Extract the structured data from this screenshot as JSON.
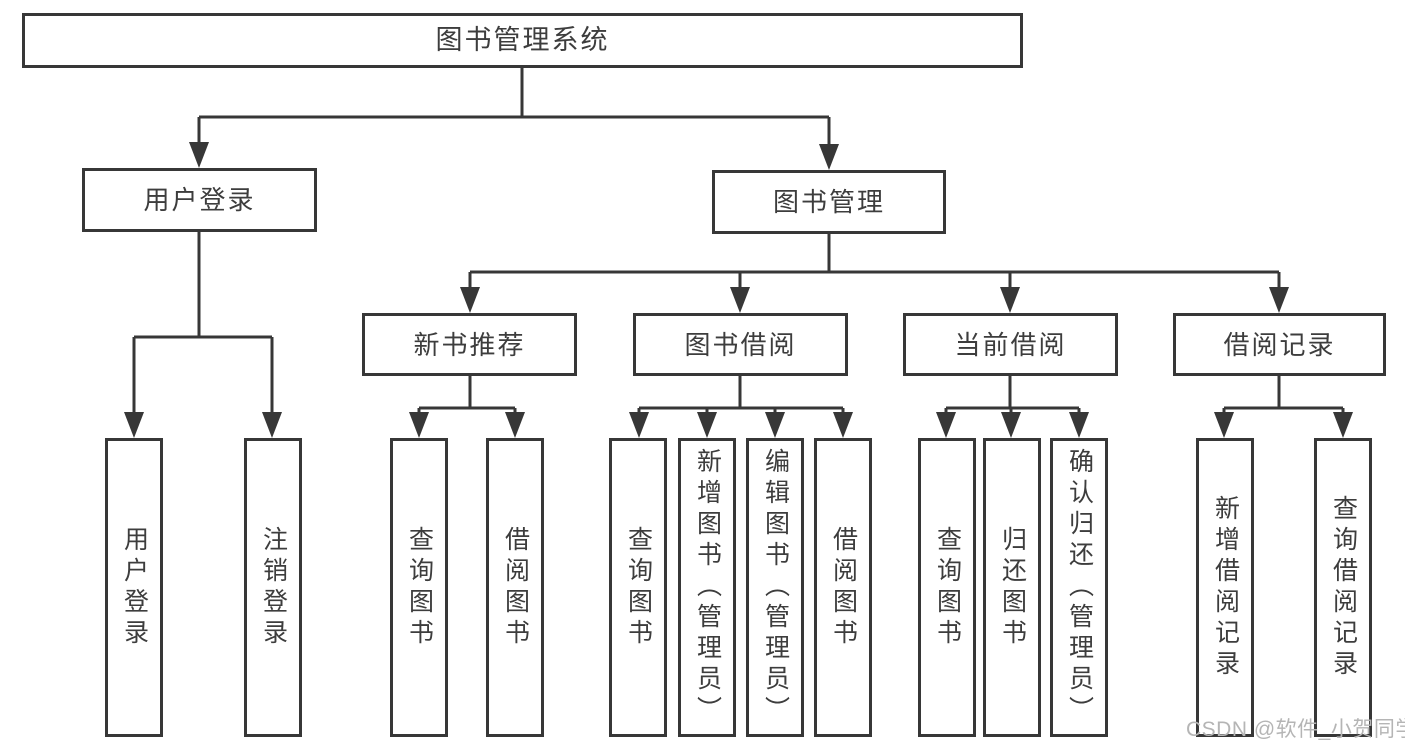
{
  "diagram": {
    "title": "图书管理系统",
    "branches": [
      {
        "label": "用户登录",
        "children": [
          {
            "label": "用户登录"
          },
          {
            "label": "注销登录"
          }
        ]
      },
      {
        "label": "图书管理",
        "children": [
          {
            "label": "新书推荐",
            "children": [
              {
                "label": "查询图书"
              },
              {
                "label": "借阅图书"
              }
            ]
          },
          {
            "label": "图书借阅",
            "children": [
              {
                "label": "查询图书"
              },
              {
                "label": "新增图书（管理员）"
              },
              {
                "label": "编辑图书（管理员）"
              },
              {
                "label": "借阅图书"
              }
            ]
          },
          {
            "label": "当前借阅",
            "children": [
              {
                "label": "查询图书"
              },
              {
                "label": "归还图书"
              },
              {
                "label": "确认归还（管理员）"
              }
            ]
          },
          {
            "label": "借阅记录",
            "children": [
              {
                "label": "新增借阅记录"
              },
              {
                "label": "查询借阅记录"
              }
            ]
          }
        ]
      }
    ]
  },
  "watermark": {
    "text": "CSDN @软件_小贺同学"
  },
  "colors": {
    "line": "#373737",
    "text": "#3d3d3d",
    "watermark": "#b5b5b5",
    "background": "#ffffff"
  }
}
